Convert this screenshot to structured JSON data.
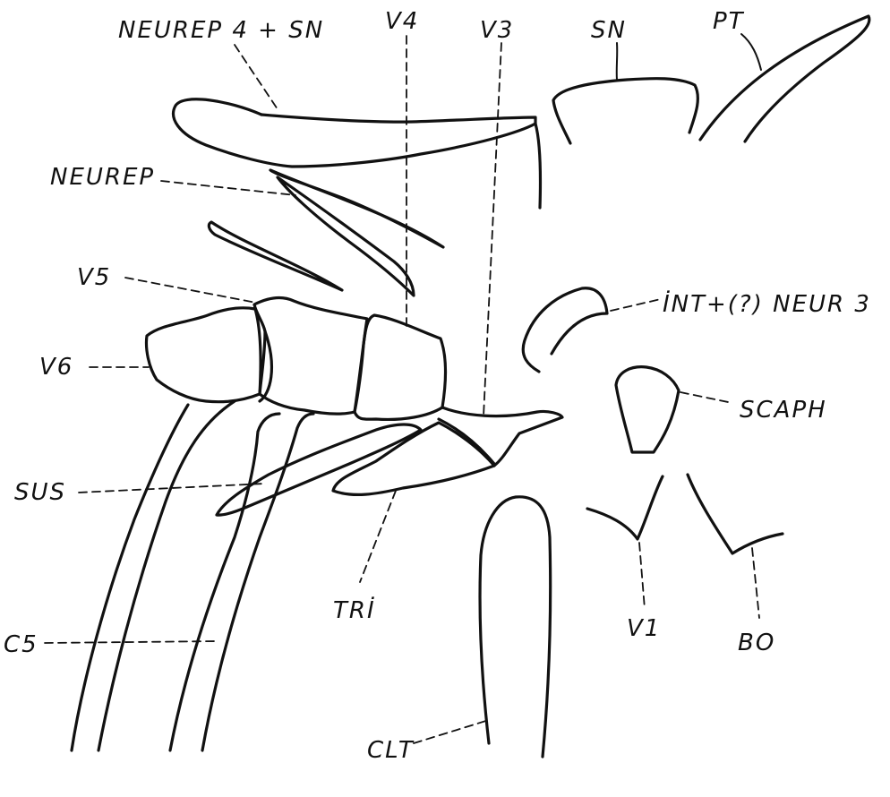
{
  "labels": {
    "neurep4_sn": "NEUREP 4 + SN",
    "v4": "V4",
    "v3": "V3",
    "sn": "SN",
    "pt": "PT",
    "neurep": "NEUREP",
    "v5": "V5",
    "int_neur3": "İNT+(?) NEUR 3",
    "v6": "V6",
    "scaph": "SCAPH",
    "sus": "SUS",
    "tri": "TRİ",
    "v1": "V1",
    "bo": "BO",
    "c5": "C5",
    "clt": "CLT"
  },
  "colors": {
    "ink": "#111111",
    "paper": "#ffffff"
  }
}
